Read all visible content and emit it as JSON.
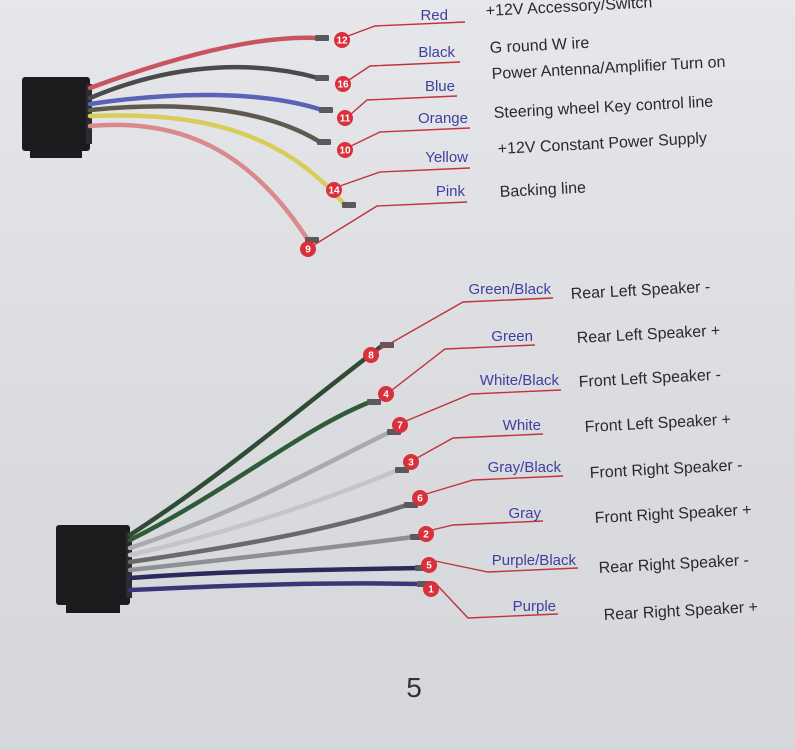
{
  "top_harness": {
    "wires": [
      {
        "pin": "12",
        "color_name": "Red",
        "function": "+12V Accessory/Switch",
        "stroke": "#c9535e"
      },
      {
        "pin": "16",
        "color_name": "Black",
        "function": "G round W ire",
        "stroke": "#4a4a4a"
      },
      {
        "pin": "11",
        "color_name": "Blue",
        "function": "Power Antenna/Amplifier Turn on",
        "stroke": "#5a63b8"
      },
      {
        "pin": "10",
        "color_name": "Orange",
        "function": "Steering wheel Key control line",
        "stroke": "#5e5a4e"
      },
      {
        "pin": "14",
        "color_name": "Yellow",
        "function": "+12V Constant Power Supply",
        "stroke": "#d8cc5a"
      },
      {
        "pin": "9",
        "color_name": "Pink",
        "function": "Backing line",
        "stroke": "#d98a8a"
      }
    ]
  },
  "bottom_harness": {
    "wires": [
      {
        "pin": "8",
        "color_name": "Green/Black",
        "function": "Rear Left Speaker  -",
        "stroke": "#2f4b33"
      },
      {
        "pin": "4",
        "color_name": "Green",
        "function": "Rear Left Speaker  +",
        "stroke": "#2e5c39"
      },
      {
        "pin": "7",
        "color_name": "White/Black",
        "function": "Front Left Speaker  -",
        "stroke": "#a9aaae"
      },
      {
        "pin": "3",
        "color_name": "White",
        "function": "Front Left Speaker  +",
        "stroke": "#c4c5c8"
      },
      {
        "pin": "6",
        "color_name": "Gray/Black",
        "function": "Front Right Speaker  -",
        "stroke": "#6a6a6a"
      },
      {
        "pin": "2",
        "color_name": "Gray",
        "function": "Front Right Speaker  +",
        "stroke": "#8e8f92"
      },
      {
        "pin": "5",
        "color_name": "Purple/Black",
        "function": "Rear Right Speaker  -",
        "stroke": "#2c2a5a"
      },
      {
        "pin": "1",
        "color_name": "Purple",
        "function": "Rear Right Speaker  +",
        "stroke": "#3a3778"
      }
    ]
  },
  "page_number": "5",
  "colors": {
    "connector": "#1c1c1e",
    "pin_badge": "#d8303c",
    "leader_line": "#c0343c",
    "color_label_text": "#3e3f9e"
  }
}
